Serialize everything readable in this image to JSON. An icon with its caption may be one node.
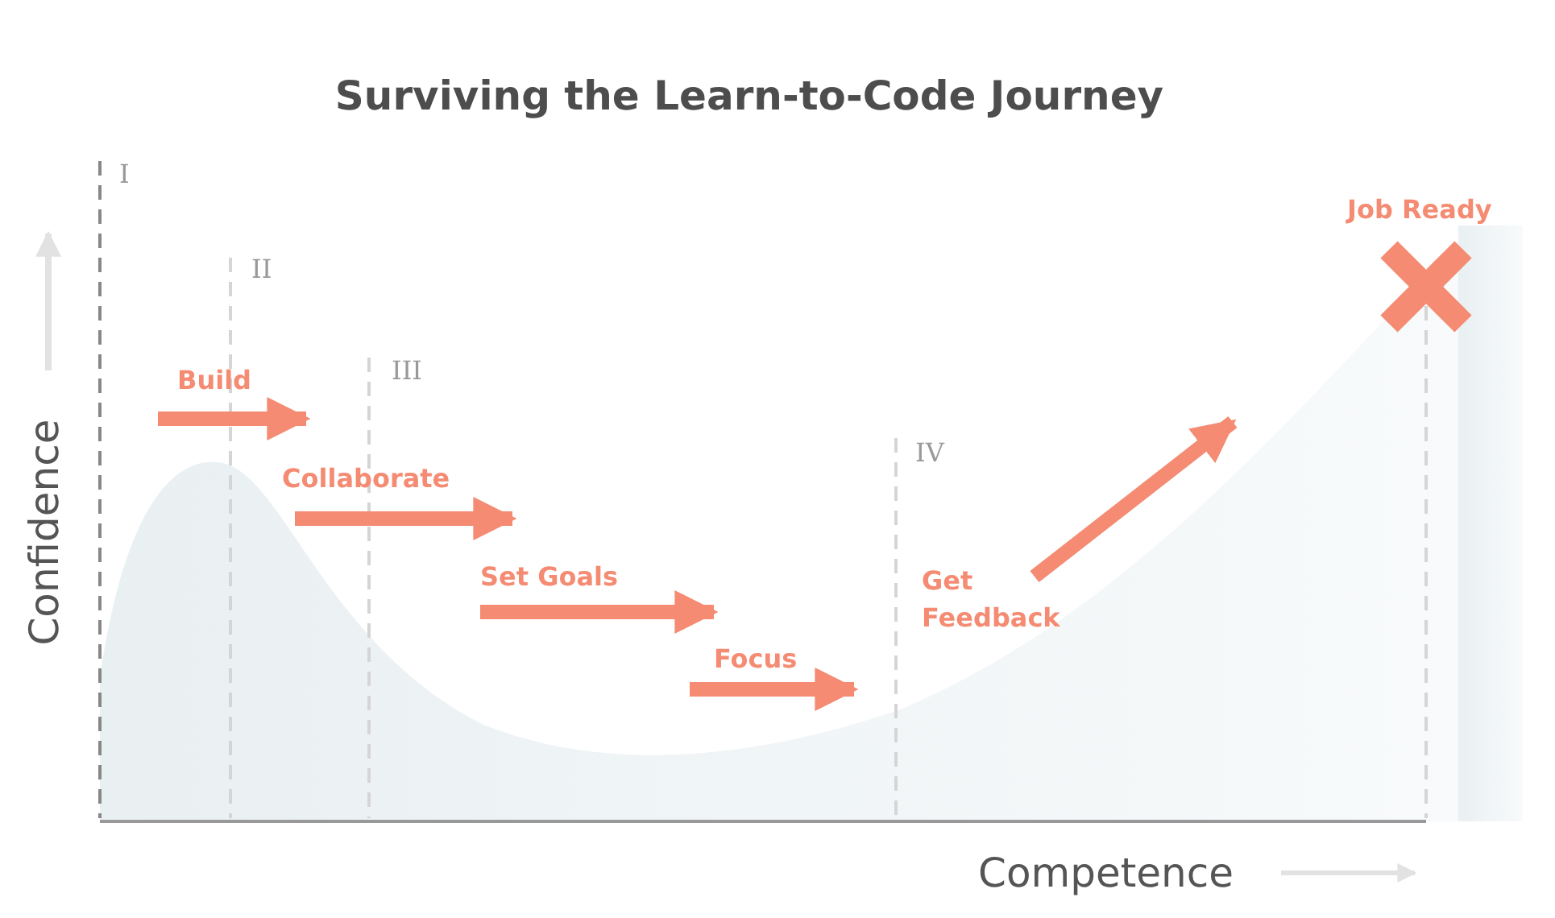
{
  "diagram": {
    "title": "Surviving the Learn-to-Code Journey",
    "labels": [
      "I",
      "II",
      "III",
      "Build",
      "Collaborate",
      "Set Goals",
      "IV",
      "Get Feedback",
      "Focus",
      "Job Ready",
      "Confidence",
      "Competence"
    ]
  }
}
